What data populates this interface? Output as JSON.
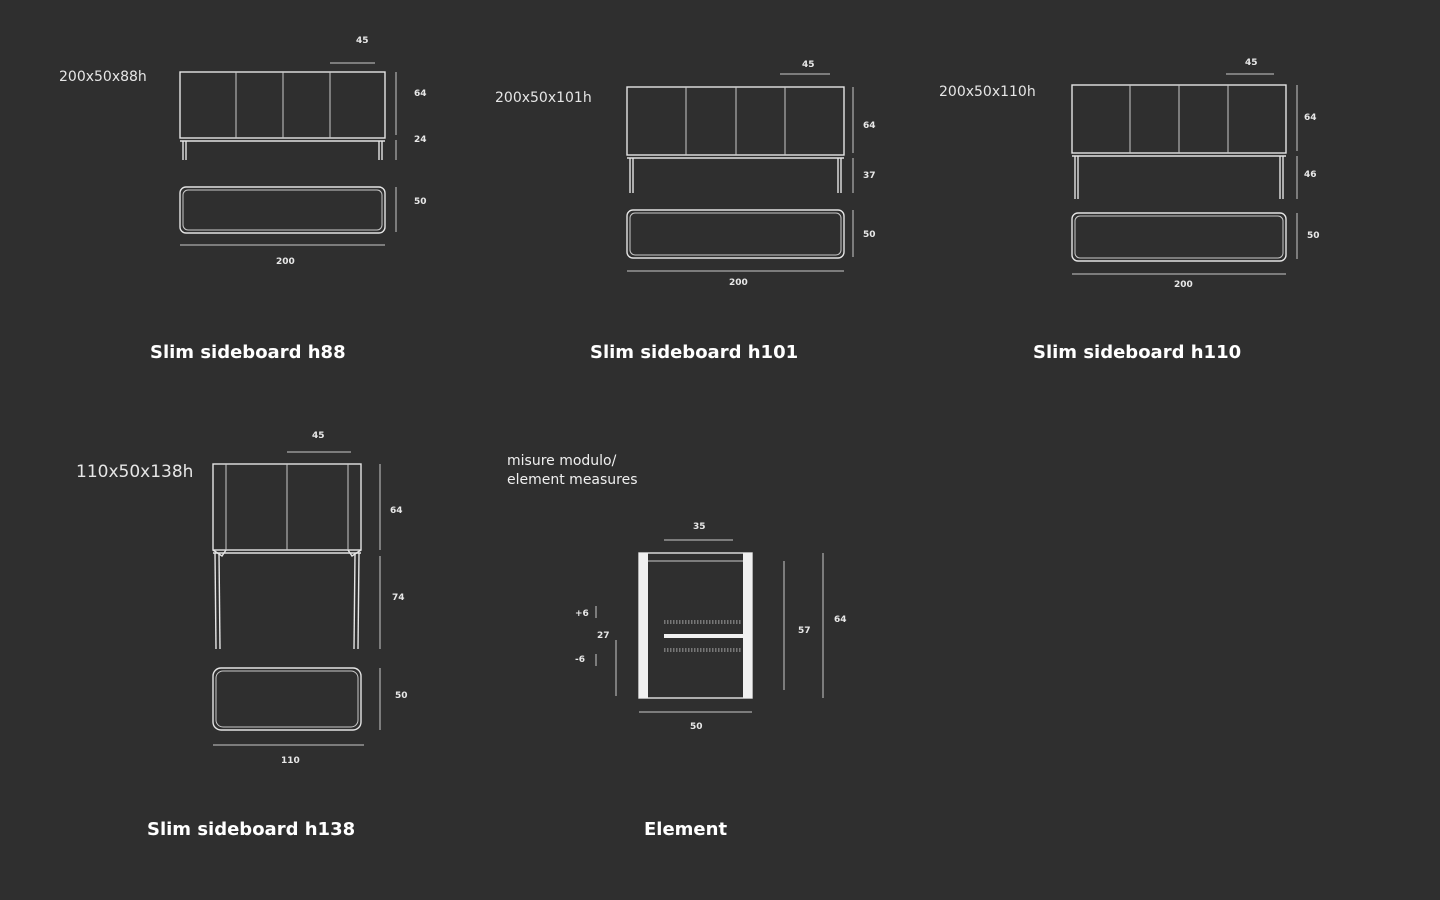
{
  "items": [
    {
      "size_label": "200x50x88h",
      "caption": "Slim sideboard h88",
      "dims": {
        "depth": "45",
        "body": "64",
        "legs": "24",
        "plan": "50",
        "width": "200"
      }
    },
    {
      "size_label": "200x50x101h",
      "caption": "Slim sideboard h101",
      "dims": {
        "depth": "45",
        "body": "64",
        "legs": "37",
        "plan": "50",
        "width": "200"
      }
    },
    {
      "size_label": "200x50x110h",
      "caption": "Slim sideboard h110",
      "dims": {
        "depth": "45",
        "body": "64",
        "legs": "46",
        "plan": "50",
        "width": "200"
      }
    },
    {
      "size_label": "110x50x138h",
      "caption": "Slim sideboard h138",
      "dims": {
        "depth": "45",
        "body": "64",
        "legs": "74",
        "plan": "50",
        "width": "110"
      }
    }
  ],
  "element": {
    "note_line1": "misure modulo/",
    "note_line2": "element measures",
    "caption": "Element",
    "dims": {
      "depth": "35",
      "shelf_up": "+6",
      "shelf_pos": "27",
      "shelf_down": "-6",
      "inner_height": "57",
      "outer_height": "64",
      "width": "50"
    }
  }
}
